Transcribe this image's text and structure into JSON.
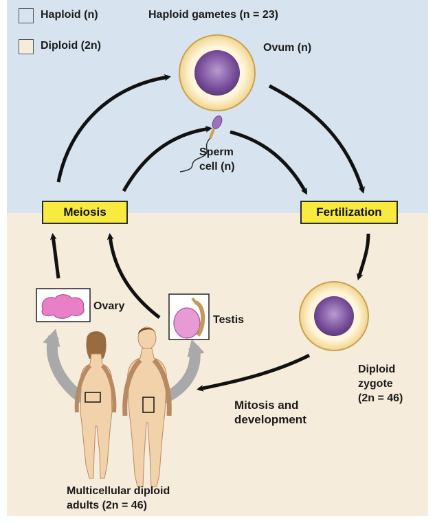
{
  "legend": {
    "haploid": {
      "label": "Haploid (n)",
      "color": "#d7e3ee"
    },
    "diploid": {
      "label": "Diploid (2n)",
      "color": "#f6ecdb"
    }
  },
  "labels": {
    "haploid_gametes": "Haploid gametes (n = 23)",
    "ovum": "Ovum (n)",
    "sperm_line1": "Sperm",
    "sperm_line2": "cell (n)",
    "meiosis": "Meiosis",
    "fertilization": "Fertilization",
    "ovary": "Ovary",
    "testis": "Testis",
    "zygote_line1": "Diploid",
    "zygote_line2": "zygote",
    "zygote_line3": "(2n = 46)",
    "mitosis_line1": "Mitosis and",
    "mitosis_line2": "development",
    "adults_line1": "Multicellular diploid",
    "adults_line2": "adults (2n = 46)"
  },
  "colors": {
    "box_fill": "#f8ea3e",
    "arrow": "#111111",
    "gray_arrow": "#a9a9a9",
    "nucleus": "#7a4f9c",
    "cell_ring": "#f3e0a6",
    "skin": "#f2d2ab"
  },
  "icons": [
    "ovum-cell",
    "sperm-cell",
    "zygote-cell",
    "ovary-icon",
    "testis-icon",
    "female-figure",
    "male-figure"
  ]
}
